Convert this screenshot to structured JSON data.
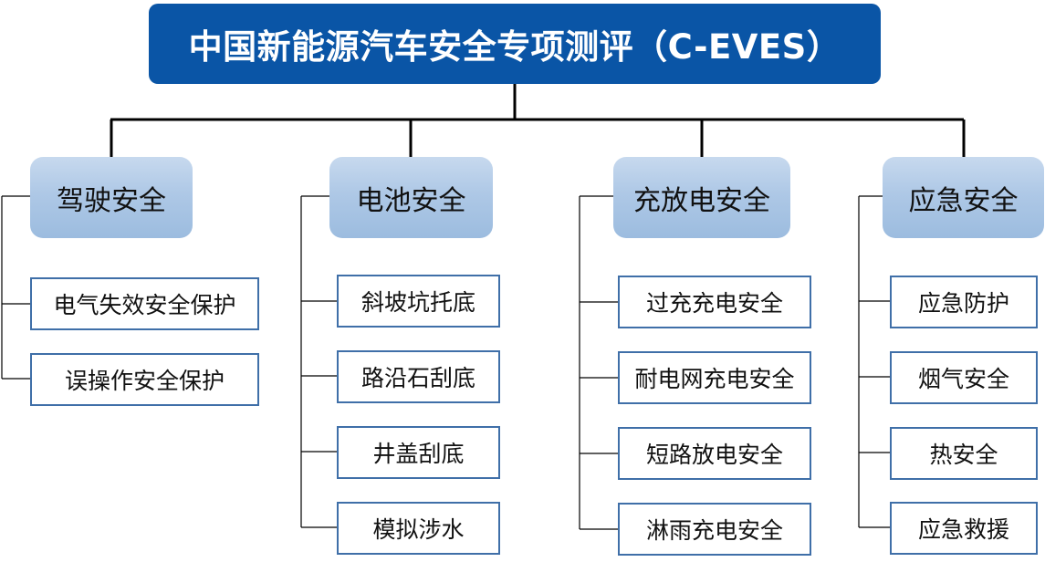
{
  "root": {
    "title": "中国新能源汽车安全专项测评（C-EVES）",
    "color": "#0a55a6"
  },
  "categories": [
    {
      "label": "驾驶安全",
      "items": [
        "电气失效安全保护",
        "误操作安全保护"
      ]
    },
    {
      "label": "电池安全",
      "items": [
        "斜坡坑托底",
        "路沿石刮底",
        "井盖刮底",
        "模拟涉水"
      ]
    },
    {
      "label": "充放电安全",
      "items": [
        "过充充电安全",
        "耐电网充电安全",
        "短路放电安全",
        "淋雨充电安全"
      ]
    },
    {
      "label": "应急安全",
      "items": [
        "应急防护",
        "烟气安全",
        "热安全",
        "应急救援"
      ]
    }
  ],
  "colors": {
    "item_border": "#3f6fa8",
    "connector": "#000000"
  }
}
